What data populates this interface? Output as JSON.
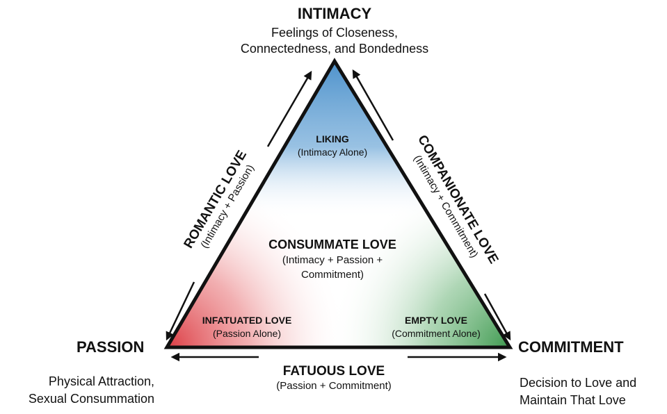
{
  "vertices": {
    "intimacy": {
      "title": "INTIMACY",
      "desc_line1": "Feelings of Closeness,",
      "desc_line2": "Connectedness, and Bondedness"
    },
    "passion": {
      "title": "PASSION",
      "desc_line1": "Physical Attraction,",
      "desc_line2": "Sexual Consummation"
    },
    "commitment": {
      "title": "COMMITMENT",
      "desc_line1": "Decision to Love and",
      "desc_line2": "Maintain That Love"
    }
  },
  "inner": {
    "liking": {
      "title": "LIKING",
      "sub": "(Intimacy Alone)"
    },
    "consummate": {
      "title": "CONSUMMATE LOVE",
      "sub_line1": "(Intimacy + Passion +",
      "sub_line2": "Commitment)"
    },
    "infatuated": {
      "title": "INFATUATED LOVE",
      "sub": "(Passion Alone)"
    },
    "empty": {
      "title": "EMPTY LOVE",
      "sub": "(Commitment Alone)"
    }
  },
  "edges": {
    "romantic": {
      "title": "ROMANTIC LOVE",
      "sub": "(Intimacy + Passion)"
    },
    "companionate": {
      "title": "COMPANIONATE LOVE",
      "sub": "(Intimacy + Commitment)"
    },
    "fatuous": {
      "title": "FATUOUS LOVE",
      "sub": "(Passion + Commitment)"
    }
  },
  "colors": {
    "intimacy": "#5b9bd0",
    "passion": "#e0474c",
    "commitment": "#4a9e57"
  }
}
